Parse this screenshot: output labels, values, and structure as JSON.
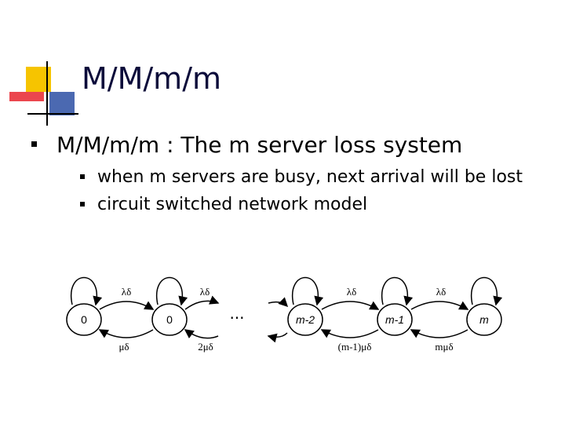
{
  "slide": {
    "title": "M/M/m/m",
    "bullet1": "M/M/m/m : The m server loss system",
    "sub1": "when m servers are busy, next arrival will be lost",
    "sub2": "circuit switched network model"
  },
  "diagram": {
    "states": [
      "0",
      "0",
      "m-2",
      "m-1",
      "m"
    ],
    "arrival_labels": [
      "λδ",
      "λδ",
      "λδ",
      "λδ"
    ],
    "service_labels": [
      "μδ",
      "2μδ",
      "(m-1)μδ",
      "mμδ"
    ],
    "ellipsis": "···"
  },
  "colors": {
    "title": "#0b0b3a",
    "logo_yellow": "#f6c400",
    "logo_red": "#e8262f",
    "logo_blue": "#2c4fa3"
  }
}
